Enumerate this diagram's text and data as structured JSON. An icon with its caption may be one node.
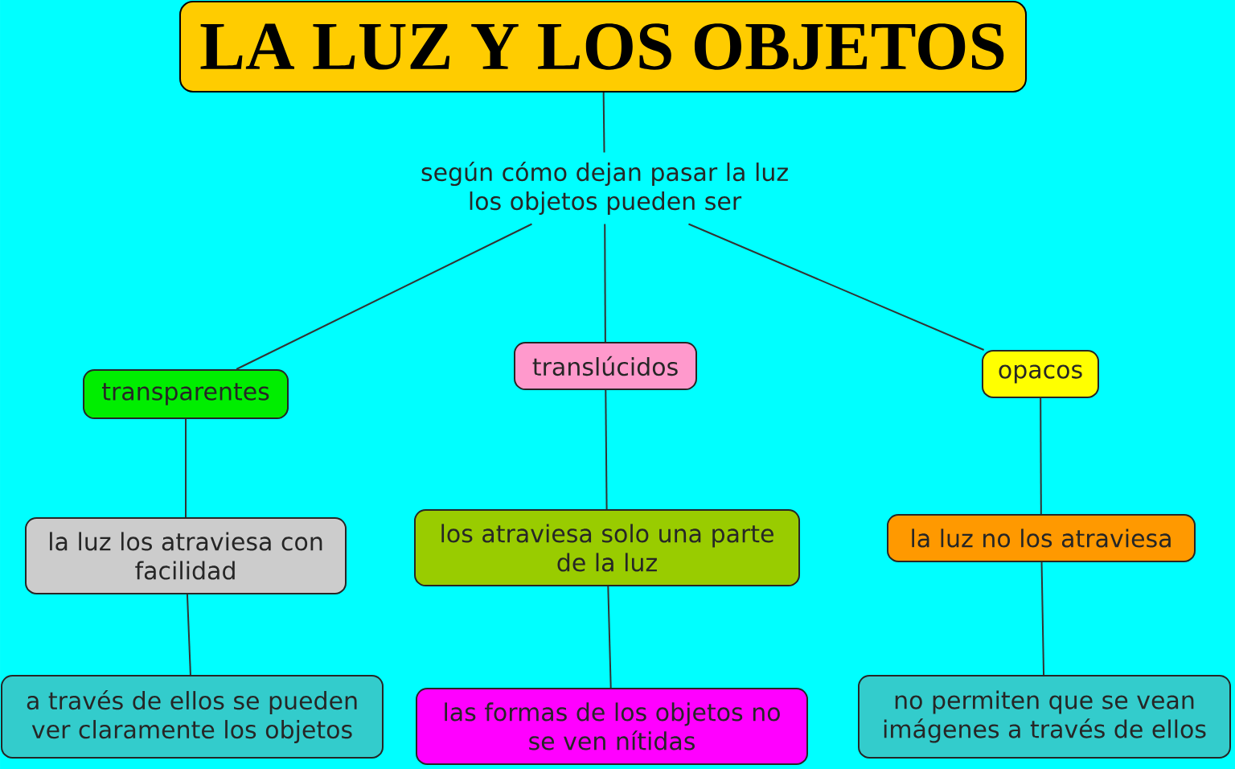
{
  "diagram": {
    "nodes": [
      {
        "text": [
          "LA LUZ Y LOS OBJETOS"
        ]
      },
      {
        "text": [
          "según cómo dejan pasar la luz los objetos pueden ser"
        ]
      },
      {
        "text": [
          "transparentes"
        ]
      },
      {
        "text": [
          "translúcidos"
        ]
      },
      {
        "text": [
          "opacos"
        ]
      },
      {
        "text": [
          "la luz los atraviesa con facilidad"
        ]
      },
      {
        "text": [
          "los atraviesa solo una parte de la luz"
        ]
      },
      {
        "text": [
          "la luz no los atraviesa"
        ]
      },
      {
        "text": [
          "a través de ellos se pueden ver claramente los objetos"
        ]
      },
      {
        "text": [
          "las formas de los objetos no se ven nítidas"
        ]
      },
      {
        "text": [
          "no permiten que se vean imágenes a través de ellos"
        ]
      }
    ],
    "edges": [
      {
        "from": 0,
        "to": 1,
        "arrow": "none"
      },
      {
        "from": 1,
        "to": 2,
        "arrow": "none"
      },
      {
        "from": 1,
        "to": 3,
        "arrow": "none"
      },
      {
        "from": 1,
        "to": 4,
        "arrow": "none"
      },
      {
        "from": 2,
        "to": 5,
        "arrow": "none"
      },
      {
        "from": 5,
        "to": 8,
        "arrow": "none"
      },
      {
        "from": 3,
        "to": 6,
        "arrow": "none"
      },
      {
        "from": 6,
        "to": 9,
        "arrow": "none"
      },
      {
        "from": 4,
        "to": 7,
        "arrow": "none"
      },
      {
        "from": 7,
        "to": 10,
        "arrow": "none"
      }
    ]
  }
}
